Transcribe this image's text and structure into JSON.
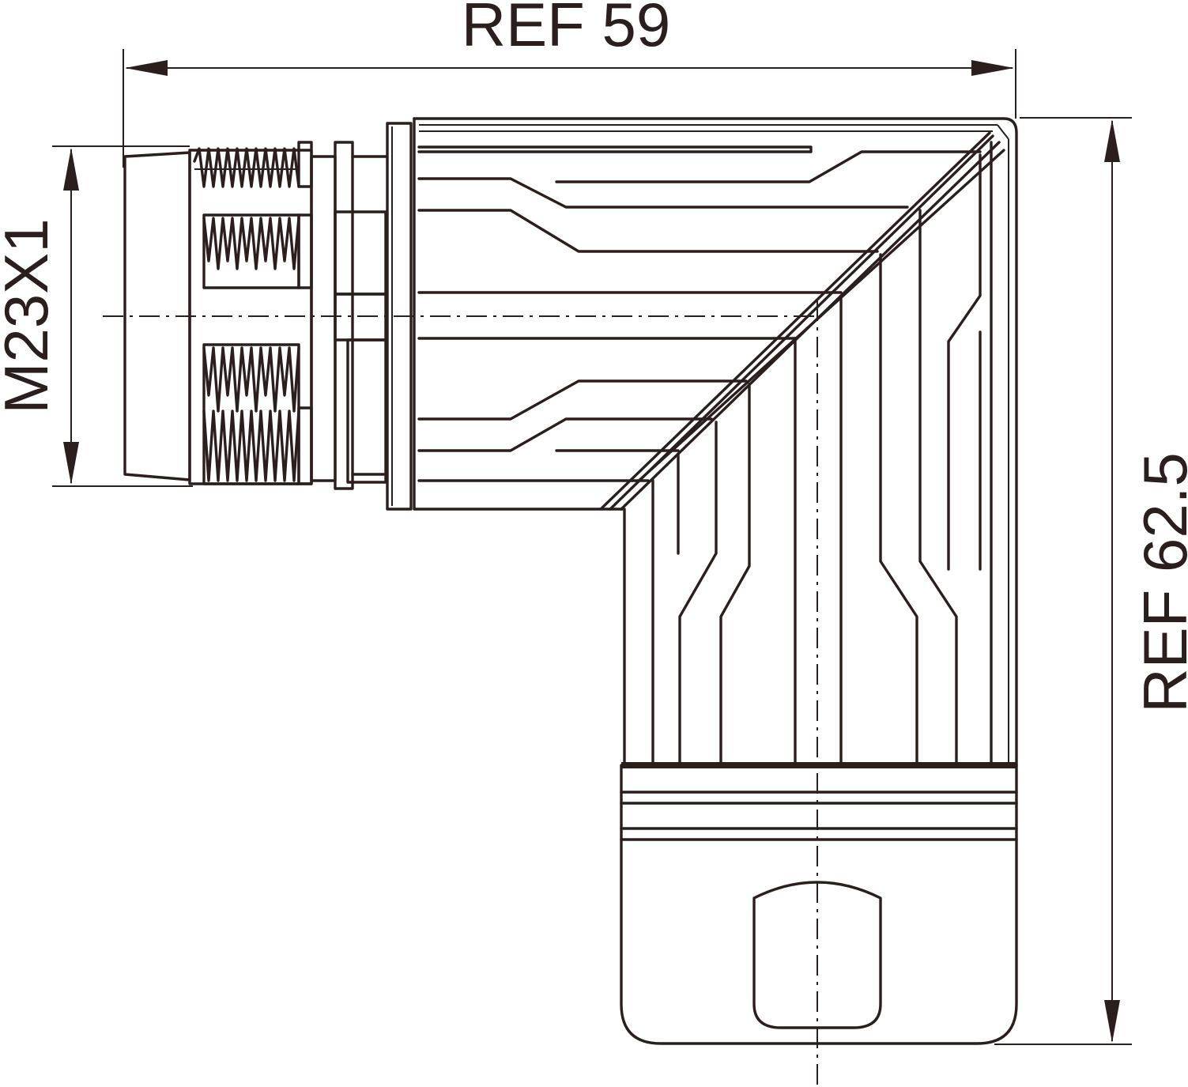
{
  "drawing": {
    "dim_width_label": "REF 59",
    "dim_height_label": "REF 62.5",
    "thread_label": "M23X1",
    "line_color": "#2a1f1c",
    "background": "#ffffff"
  }
}
